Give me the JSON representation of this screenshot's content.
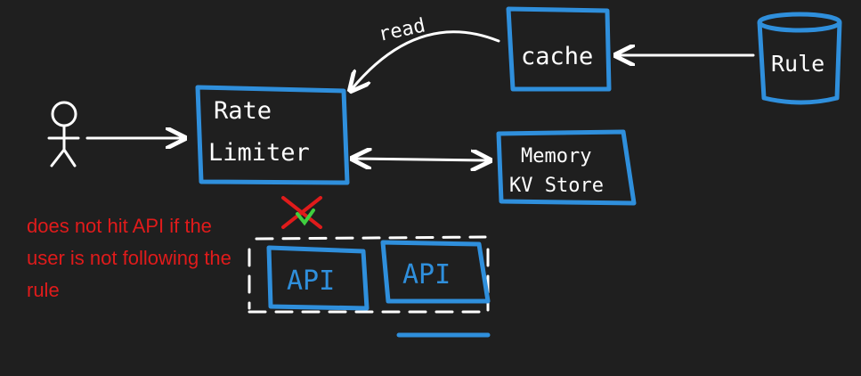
{
  "diagram": {
    "nodes": {
      "user": {
        "icon": "stick-figure-icon"
      },
      "rate_limiter": {
        "line1": "Rate",
        "line2": "Limiter"
      },
      "cache": {
        "label": "cache"
      },
      "rule": {
        "label": "Rule"
      },
      "memory": {
        "line1": "Memory",
        "line2": "KV Store"
      },
      "api1": {
        "label": "API"
      },
      "api2": {
        "label": "API"
      }
    },
    "edges": {
      "read": {
        "label": "read"
      }
    },
    "note": {
      "text": "does not hit API if the user is not following the rule",
      "color": "#e01b1b"
    },
    "colors": {
      "box": "#2f8fdc",
      "background": "#1f1f1f",
      "ink": "#ffffff",
      "cross": "#e01b1b",
      "check": "#3fcf3f"
    }
  }
}
